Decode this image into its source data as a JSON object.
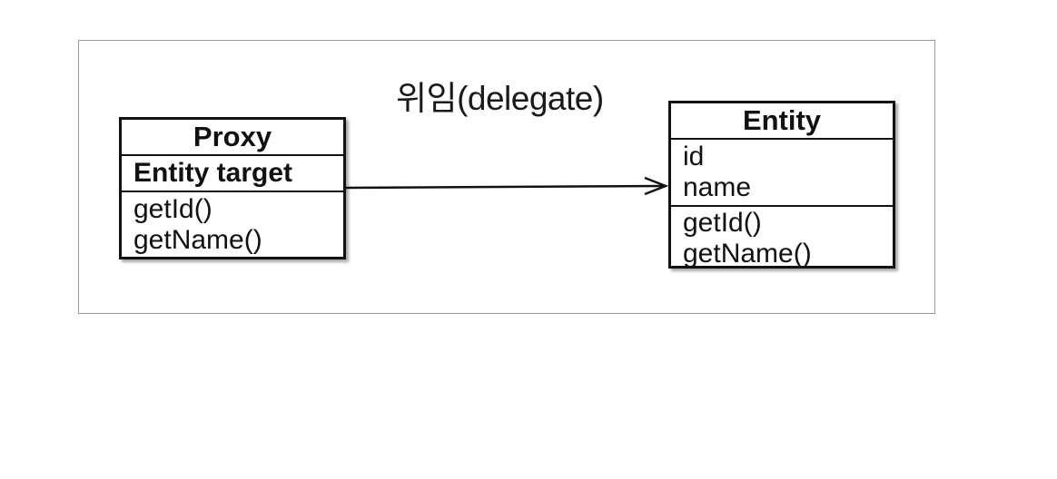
{
  "caption": "위임(delegate)",
  "proxy": {
    "name": "Proxy",
    "field": "Entity target",
    "methods": [
      "getId()",
      "getName()"
    ]
  },
  "entity": {
    "name": "Entity",
    "fields": [
      "id",
      "name"
    ],
    "methods": [
      "getId()",
      "getName()"
    ]
  },
  "relation": {
    "type": "association",
    "from": "Proxy",
    "to": "Entity"
  },
  "colors": {
    "stroke": "#111111",
    "frame_border": "#9a9a9a",
    "background": "#ffffff"
  }
}
